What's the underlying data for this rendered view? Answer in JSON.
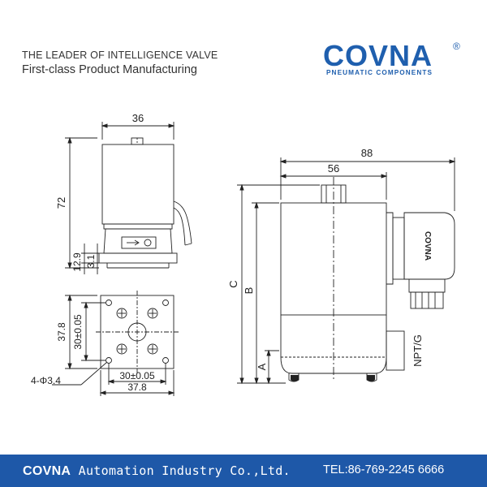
{
  "header": {
    "tagline": "THE LEADER OF INTELLIGENCE VALVE",
    "subtitle": "First-class Product Manufacturing"
  },
  "brand": {
    "name": "COVNA",
    "registered": "®",
    "subtitle": "PNEUMATIC COMPONENTS",
    "color": "#1f5fae"
  },
  "coil_label": "COVNA",
  "dimensions": {
    "width_36": "36",
    "height_72": "72",
    "height_12_9": "12.9",
    "height_3_1": "3.1",
    "mount_37_8_v": "37.8",
    "mount_30_v": "30±0.05",
    "mount_30_h": "30±0.05",
    "mount_37_8_h": "37.8",
    "holes": "4-Φ3.4",
    "width_88": "88",
    "width_56": "56",
    "dim_c": "C",
    "dim_b": "B",
    "dim_a": "A",
    "port": "NPT/G"
  },
  "footer": {
    "company_brand": "COVNA",
    "company_rest": "Automation Industry Co.,Ltd.",
    "tel": "TEL:86-769-2245 6666",
    "bg_color": "#1e58a8"
  }
}
